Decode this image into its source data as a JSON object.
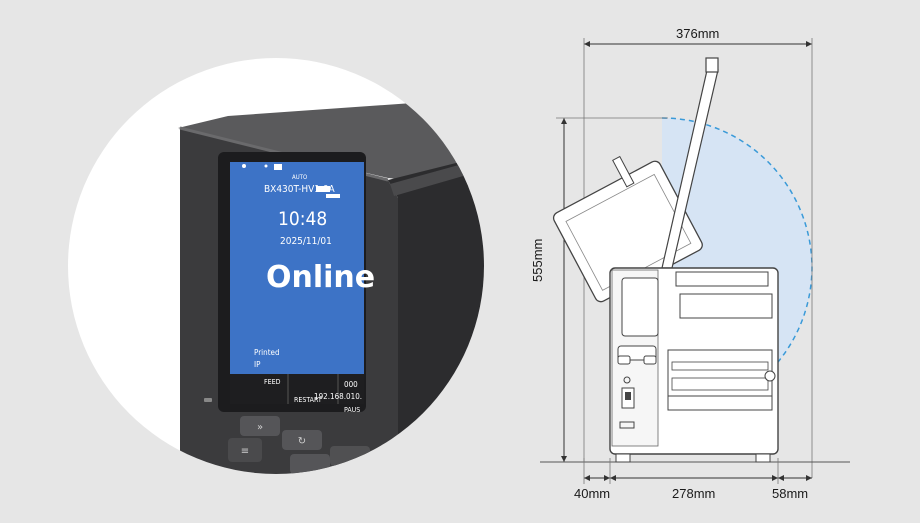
{
  "screen": {
    "status_auto": "AUTO",
    "model": "BX430T-HV1.0A",
    "time": "10:48",
    "date": "2025/11/01",
    "state": "Online",
    "printed_label": "Printed",
    "printed_value": "000",
    "ip_label": "IP",
    "ip_value": "192.168.010.",
    "softkeys": [
      "FEED",
      "RESTART",
      "PAUS"
    ]
  },
  "dimensions": {
    "width_total": "376mm",
    "height_total": "555mm",
    "depth_front": "40mm",
    "depth_body": "278mm",
    "depth_rear": "58mm"
  },
  "colors": {
    "background": "#e6e6e6",
    "screen_blue": "#3d73c6",
    "sweep_fill": "#d6e4f4",
    "sweep_line": "#3a9ad8",
    "printer_body": "#3a3a3c"
  }
}
